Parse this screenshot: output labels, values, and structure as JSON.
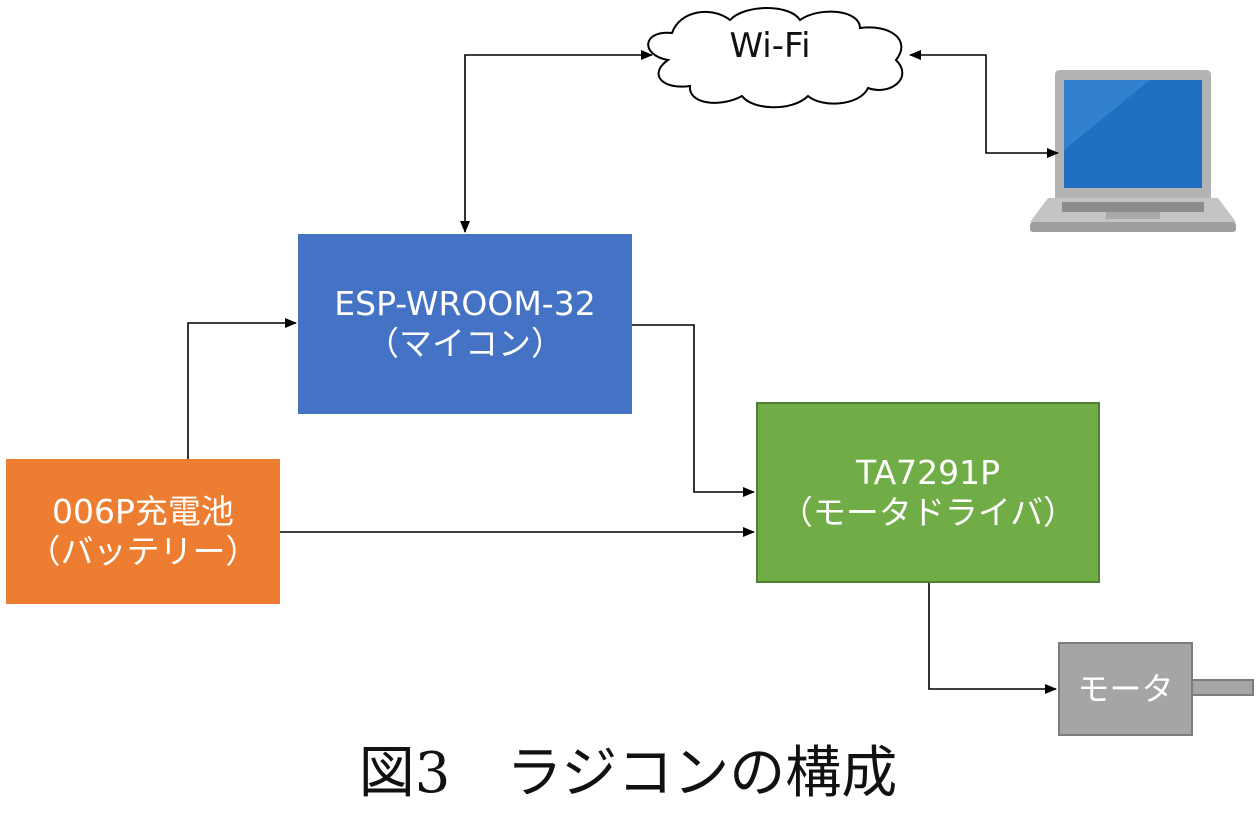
{
  "wifi": {
    "label": "Wi-Fi"
  },
  "microcontroller": {
    "line1": "ESP-WROOM-32",
    "line2": "（マイコン）"
  },
  "motor_driver": {
    "line1": "TA7291P",
    "line2": "（モータドライバ）"
  },
  "battery": {
    "line1": "006P充電池",
    "line2": "（バッテリー）"
  },
  "motor": {
    "label": "モータ"
  },
  "caption": "図3　ラジコンの構成",
  "colors": {
    "microcontroller": "#4472c4",
    "motor_driver": "#70ad47",
    "battery": "#ed7d31",
    "motor": "#a5a5a5",
    "laptop_screen": "#1f6fc2"
  }
}
